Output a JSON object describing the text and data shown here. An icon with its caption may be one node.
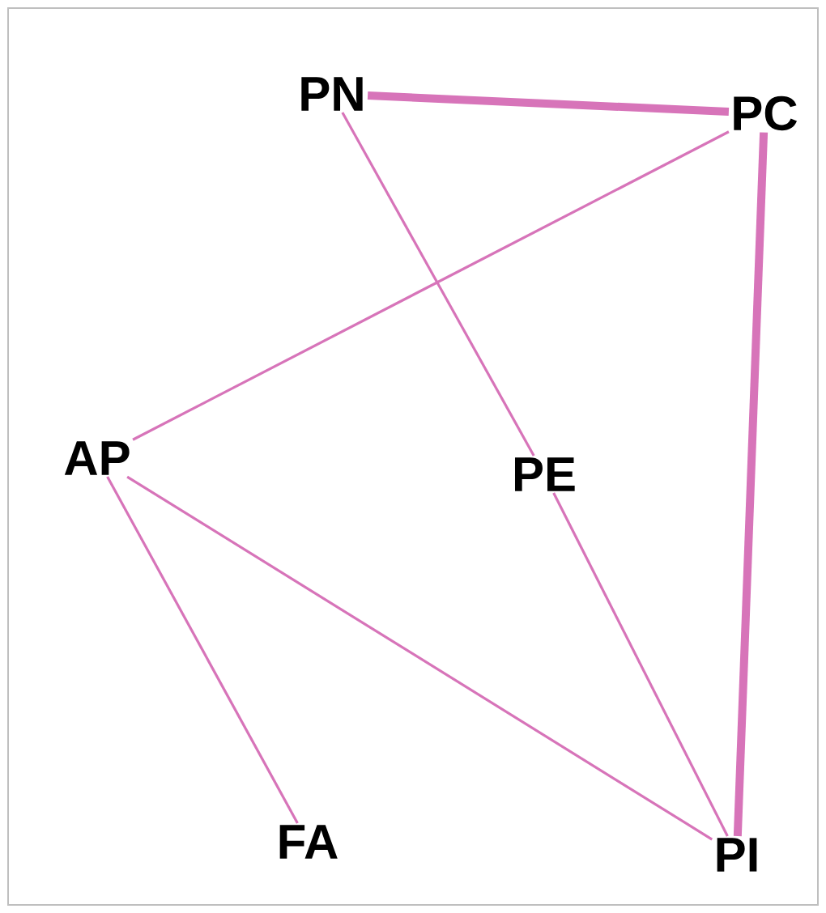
{
  "diagram": {
    "nodes": [
      {
        "text": [
          "PN"
        ]
      },
      {
        "text": [
          "PC"
        ]
      },
      {
        "text": [
          "AP"
        ]
      },
      {
        "text": [
          "PE"
        ]
      },
      {
        "text": [
          "FA"
        ]
      },
      {
        "text": [
          "PI"
        ]
      }
    ],
    "edges": [
      {
        "from": 0,
        "to": 1,
        "arrow": "none",
        "style": "thick"
      },
      {
        "from": 1,
        "to": 5,
        "arrow": "none",
        "style": "thick"
      },
      {
        "from": 0,
        "to": 3,
        "arrow": "none"
      },
      {
        "from": 3,
        "to": 5,
        "arrow": "none"
      },
      {
        "from": 1,
        "to": 2,
        "arrow": "none"
      },
      {
        "from": 2,
        "to": 5,
        "arrow": "none"
      },
      {
        "from": 2,
        "to": 4,
        "arrow": "none"
      }
    ]
  }
}
